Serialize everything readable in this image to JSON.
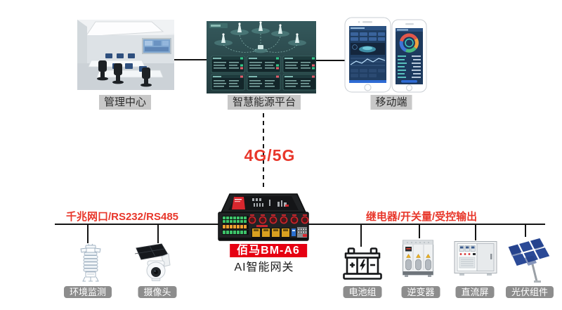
{
  "colors": {
    "accent_red": "#e8372b",
    "brand_red": "#e60012",
    "connector_black": "#141414",
    "top_label_bg": "#c8c8c8",
    "bottom_label_bg": "#8d8d8d",
    "dashboard_teal": "#2e4d50",
    "phone_screen_blue": "#1e3a5e"
  },
  "top": {
    "nodes": [
      {
        "label": "管理中心",
        "illustration": "control-room-photo"
      },
      {
        "label": "智慧能源平台",
        "illustration": "energy-platform-dashboard"
      },
      {
        "label": "移动端",
        "illustration": "mobile-phones"
      }
    ]
  },
  "network": {
    "wireless_label": "4G/5G"
  },
  "gateway": {
    "model": "佰马BM-A6",
    "name": "AI智能网关",
    "illustration": "industrial-router"
  },
  "buses": {
    "left_label": "千兆网口/RS232/RS485",
    "right_label": "继电器/开关量/受控输出"
  },
  "devices": [
    {
      "label": "环境监测",
      "illustration": "weather-station"
    },
    {
      "label": "摄像头",
      "illustration": "solar-camera"
    },
    {
      "label": "电池组",
      "illustration": "battery-pack"
    },
    {
      "label": "逆变器",
      "illustration": "inverter-cabinet"
    },
    {
      "label": "直流屏",
      "illustration": "dc-panel"
    },
    {
      "label": "光伏组件",
      "illustration": "pv-module"
    }
  ]
}
